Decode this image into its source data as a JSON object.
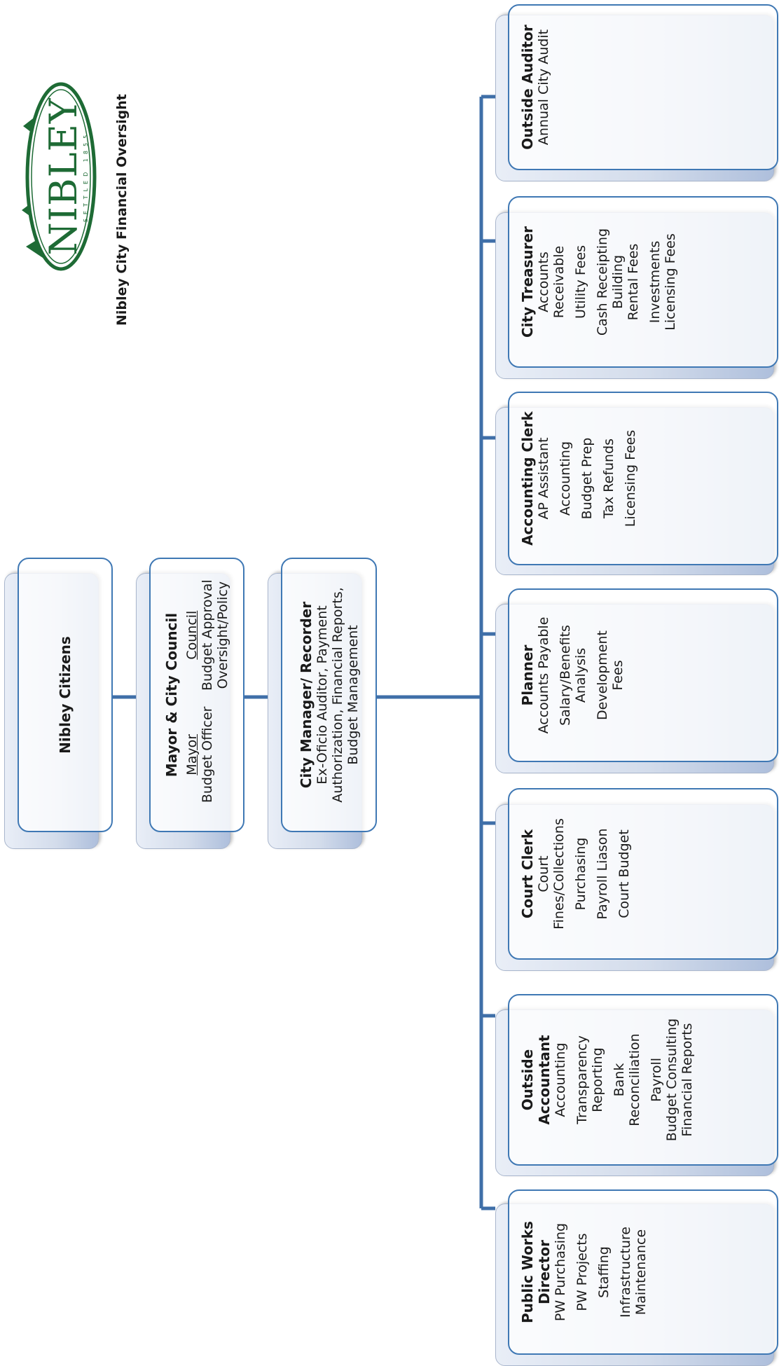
{
  "logo": {
    "word": "NIBLEY",
    "settled": "SETTLED 1855",
    "color": "#1e6b35"
  },
  "page_title": "Nibley City Financial Oversight",
  "top": [
    {
      "title": "Nibley Citizens"
    },
    {
      "title": "Mayor & City Council",
      "mayor_heading": "Mayor",
      "mayor_role": "Budget Officer",
      "council_heading": "Council",
      "council_role_1": "Budget Approval",
      "council_role_2": "Oversight/Policy"
    },
    {
      "title": "City Manager/ Recorder",
      "lines": [
        "Ex-Oficio Auditor, Payment",
        "Authorization, Financial Reports,",
        "Budget Management"
      ]
    }
  ],
  "departments": [
    {
      "title_lines": [
        "Public Works",
        "Director"
      ],
      "items": [
        "PW Purchasing",
        "PW Projects",
        "Staffing",
        "Infrastructure",
        "Maintenance"
      ]
    },
    {
      "title_lines": [
        "Outside",
        "Accountant"
      ],
      "items": [
        "Accounting",
        "Transparency Reporting",
        "Bank Reconciliation",
        "Payroll",
        "Budget Consulting",
        "Financial Reports"
      ]
    },
    {
      "title_lines": [
        "Court Clerk"
      ],
      "items": [
        "Court Fines/Collections",
        "Purchasing",
        "Payroll Liason",
        "Court Budget"
      ]
    },
    {
      "title_lines": [
        "Planner"
      ],
      "items": [
        "Accounts Payable",
        "Salary/Benefits Analysis",
        "Development Fees"
      ]
    },
    {
      "title_lines": [
        "Accounting Clerk"
      ],
      "items": [
        "AP Assistant",
        "Accounting",
        "Budget Prep",
        "Tax Refunds",
        "Licensing Fees"
      ]
    },
    {
      "title_lines": [
        "City Treasurer"
      ],
      "items": [
        "Accounts Receivable",
        "Utility Fees",
        "Cash Receipting",
        "Building Rental Fees",
        "Investments",
        "Licensing Fees"
      ]
    },
    {
      "title_lines": [
        "Outside Auditor"
      ],
      "items": [
        "Annual City Audit"
      ]
    }
  ],
  "colors": {
    "connector": "#3f6fa8",
    "card_border": "#3f78b4",
    "shadow_bottom": "#aebfdc"
  }
}
